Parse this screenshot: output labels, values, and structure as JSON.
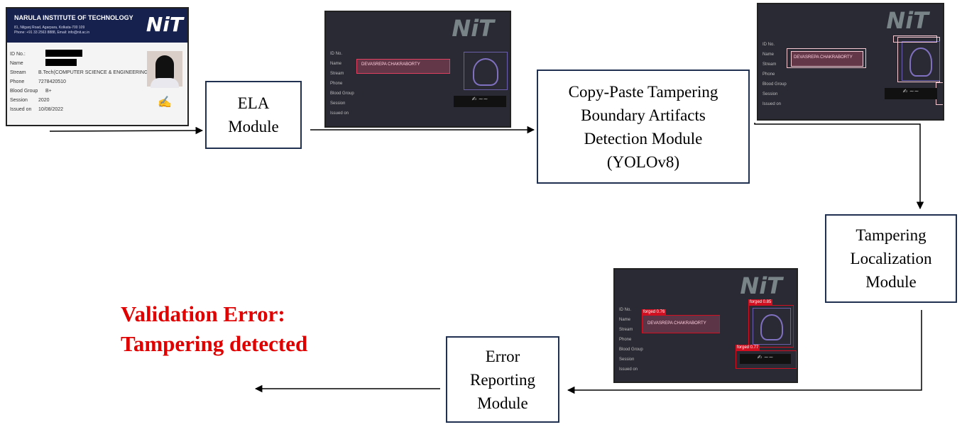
{
  "modules": {
    "ela": "ELA\nModule",
    "detect": "Copy-Paste Tampering\nBoundary Artifacts\nDetection Module\n(YOLOv8)",
    "localize": "Tampering\nLocalization\nModule",
    "report": "Error\nReporting\nModule"
  },
  "error_message": {
    "line1": "Validation Error:",
    "line2": "Tampering detected"
  },
  "id_card": {
    "institute": "NARULA INSTITUTE OF TECHNOLOGY",
    "address": "81, Nilganj Road, Agarpara, Kolkata-700 109\nPhone: +91 33 2563 8888, Email: info@nit.ac.in",
    "logo": "NiT",
    "fields": [
      {
        "label": "ID No.:",
        "value": ""
      },
      {
        "label": "Name",
        "value": ""
      },
      {
        "label": "Stream",
        "value": "B.Tech(COMPUTER SCIENCE & ENGINEERING"
      },
      {
        "label": "Phone",
        "value": "7278420510"
      },
      {
        "label": "Blood Group",
        "value": "B+"
      },
      {
        "label": "Session",
        "value": "2020"
      },
      {
        "label": "Issued on",
        "value": "10/08/2022"
      }
    ]
  },
  "ela_card": {
    "logo": "NiT",
    "name_text": "DEVASREPA CHAKRABORTY"
  },
  "localized_card": {
    "logo": "NiT",
    "name_text": "DEVASREPA CHAKRABORTY",
    "tags": [
      "forged 0.76",
      "forged 0.85",
      "forged 0.77"
    ]
  },
  "colors": {
    "box_border": "#1f3050",
    "error_text": "#e10000",
    "arrow": "#000000"
  }
}
